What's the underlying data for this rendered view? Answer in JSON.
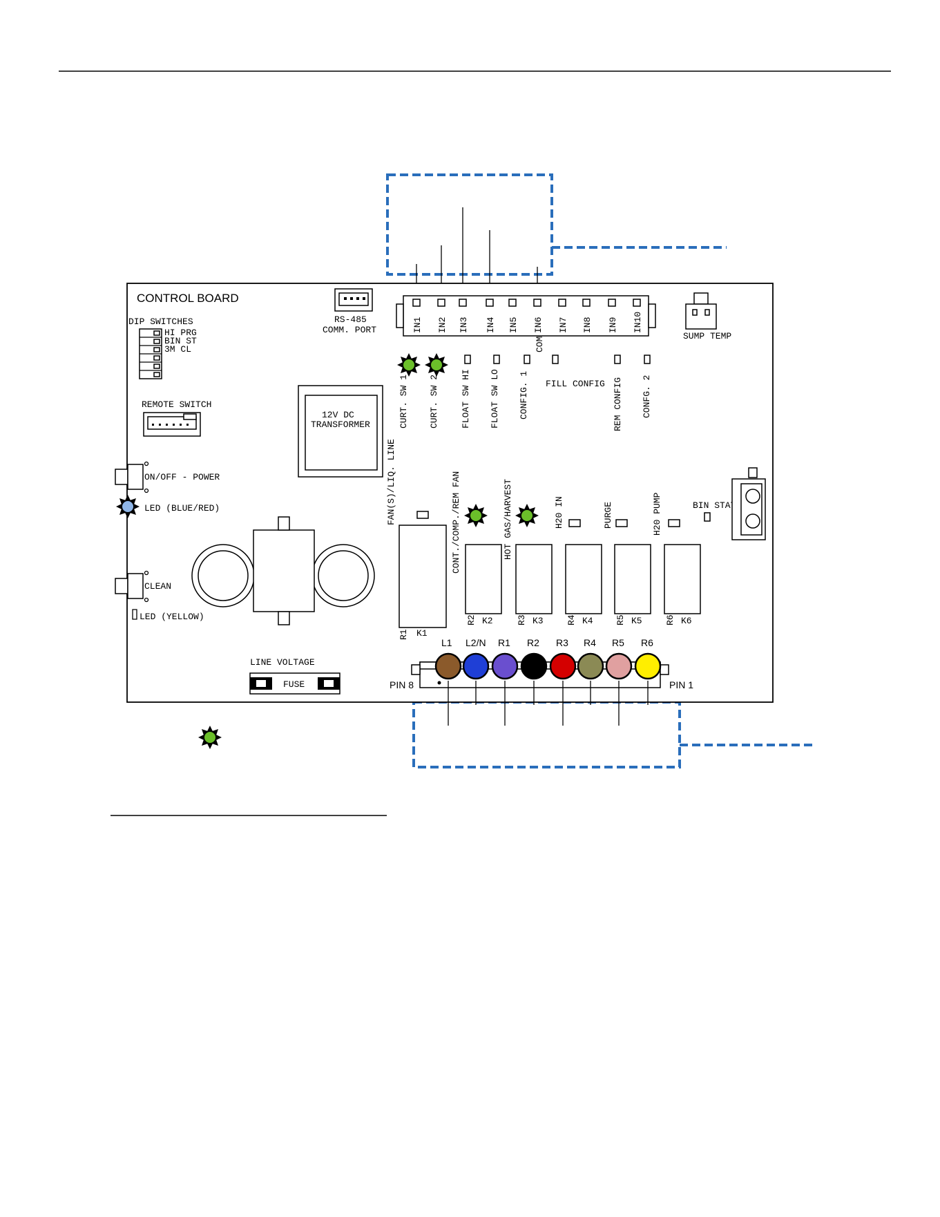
{
  "board": {
    "title": "CONTROL BOARD",
    "dip": {
      "title": "DIP SWITCHES",
      "items": [
        "HI PRG",
        "BIN ST",
        "3M CL"
      ]
    },
    "rs485": {
      "line1": "RS-485",
      "line2": "COMM. PORT"
    },
    "sump_temp": "SUMP TEMP",
    "remote_switch": "REMOTE SWITCH",
    "transformer": {
      "line1": "12V DC",
      "line2": "TRANSFORMER"
    },
    "on_off": "ON/OFF - POWER",
    "led_blue_red": "LED (BLUE/RED)",
    "clean": "CLEAN",
    "led_yellow": "LED (YELLOW)",
    "line_voltage": "LINE VOLTAGE",
    "fuse": "FUSE",
    "bin_stat": "BIN STAT",
    "pin8": "PIN 8",
    "pin1": "PIN 1",
    "com": "COM",
    "inputs": [
      "IN1",
      "IN2",
      "IN3",
      "IN4",
      "IN5",
      "IN6",
      "IN7",
      "IN8",
      "IN9",
      "IN10"
    ],
    "input_labels": [
      "CURT. SW 1",
      "CURT. SW 2",
      "FLOAT SW HI",
      "FLOAT SW LO",
      "CONFIG. 1",
      "FILL CONFIG",
      "REM CONFIG",
      "CONFG. 2"
    ],
    "relay_labels": [
      "FAN(S)/LIQ. LINE",
      "CONT./COMP./REM FAN",
      "HOT GAS/HARVEST",
      "H20 IN",
      "PURGE",
      "H20 PUMP"
    ],
    "relays": [
      {
        "r": "R1",
        "k": "K1"
      },
      {
        "r": "R2",
        "k": "K2"
      },
      {
        "r": "R3",
        "k": "K3"
      },
      {
        "r": "R4",
        "k": "K4"
      },
      {
        "r": "R5",
        "k": "K5"
      },
      {
        "r": "R6",
        "k": "K6"
      }
    ],
    "terminals": [
      {
        "label": "L1",
        "color": "#8b5a2b"
      },
      {
        "label": "L2/N",
        "color": "#1f3fd6"
      },
      {
        "label": "R1",
        "color": "#6a4fcf"
      },
      {
        "label": "R2",
        "color": "#000000"
      },
      {
        "label": "R3",
        "color": "#d40000"
      },
      {
        "label": "R4",
        "color": "#8b8a55"
      },
      {
        "label": "R5",
        "color": "#e0a0a0"
      },
      {
        "label": "R6",
        "color": "#ffee00"
      }
    ]
  },
  "colors": {
    "callout": "#2a6ebb",
    "led_green": "#6bbf2a",
    "led_blue": "#8fb6e8"
  }
}
